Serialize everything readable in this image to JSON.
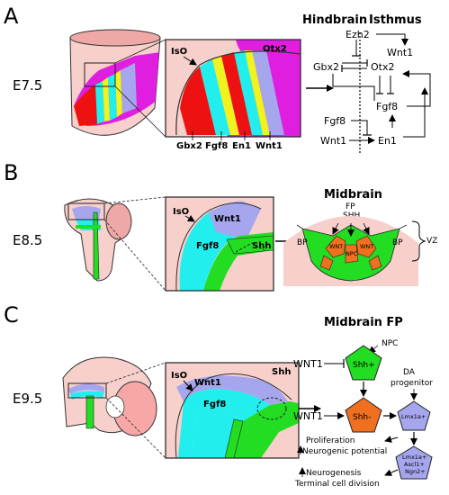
{
  "panels": {
    "A": {
      "letter": "A",
      "stage": "E7.5",
      "inset_labels": {
        "iso": "IsO",
        "otx2": "Otx2",
        "gbx2": "Gbx2",
        "fgf8": "Fgf8",
        "en1": "En1",
        "wnt1": "Wnt1"
      },
      "network": {
        "hindbrain_title": "Hindbrain",
        "isthmus_title": "Isthmus",
        "nodes": {
          "ezh2": "Ezh2",
          "wnt1_top": "Wnt1",
          "gbx2": "Gbx2",
          "otx2": "Otx2",
          "fgf8_right": "Fgf8",
          "fgf8_left": "Fgf8",
          "wnt1_left": "Wnt1",
          "en1": "En1"
        }
      }
    },
    "B": {
      "letter": "B",
      "stage": "E8.5",
      "inset_labels": {
        "iso": "IsO",
        "wnt1": "Wnt1",
        "fgf8": "Fgf8",
        "shh": "Shh"
      },
      "section": {
        "title": "Midbrain",
        "fp": "FP",
        "shh": "SHH",
        "bp_left": "BP",
        "bp_right": "BP",
        "vz": "VZ",
        "wnt_left": "WNT",
        "wnt_right": "WNT",
        "npc": "NPC"
      }
    },
    "C": {
      "letter": "C",
      "stage": "E9.5",
      "inset_labels": {
        "iso": "IsO",
        "wnt1": "Wnt1",
        "fgf8": "Fgf8",
        "shh": "Shh"
      },
      "lineage": {
        "title": "Midbrain FP",
        "npc": "NPC",
        "shh_plus": "Shh+",
        "wnt1_a": "WNT1",
        "wnt1_b": "WNT1",
        "shh_minus": "Shh-",
        "da_progenitor_1": "DA",
        "da_progenitor_2": "progenitor",
        "lmx1a": "Lmx1a+",
        "lmx1a_b": "Lmx1a+",
        "ascl1": "Ascl1+",
        "ngn2": "Ngn2+",
        "proliferation": "Proliferation",
        "neurogenic_potential": "Neurogenic potential",
        "neurogenesis": "Neurogenesis",
        "terminal_division": "Terminal cell division"
      }
    }
  },
  "colors": {
    "magenta": "#e01ee0",
    "red": "#ee1111",
    "cyan": "#22eeee",
    "yellow": "#f2f21e",
    "lavender": "#a6a6ee",
    "pink": "#f7cfcb",
    "pink_dark": "#eea8a6",
    "green": "#22dd22",
    "orange": "#f07020",
    "wnt_purple": "#9a9af0"
  }
}
